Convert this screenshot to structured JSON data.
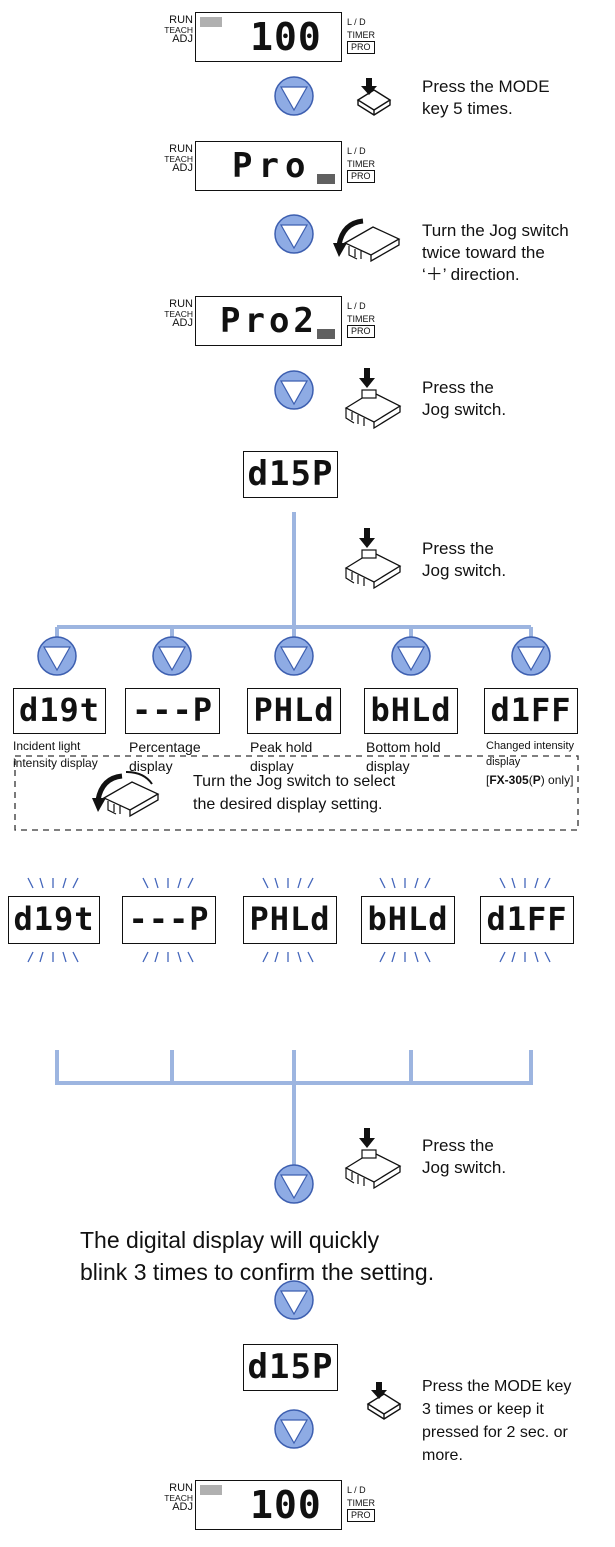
{
  "labels": {
    "run": "RUN",
    "teach": "TEACH",
    "adj": "ADJ",
    "ld": "L / D",
    "timer": "TIMER",
    "pro": "PRO"
  },
  "screens": {
    "start": "100",
    "pro": "Pro",
    "pro2": "Pro2",
    "disp": "d15P",
    "end": "100"
  },
  "steps": [
    "Press the MODE\nkey 5 times.",
    "Turn the Jog switch\ntwice toward the\n‘＋’ direction.",
    "Press the\nJog switch.",
    "Press the\nJog switch.",
    "Press the\nJog switch.",
    "Press the MODE key\n3 times or keep it\npressed for 2 sec. or\nmore."
  ],
  "options": [
    {
      "display": "d19t",
      "caption": "Incident light\nintensity display"
    },
    {
      "display": "---P",
      "caption": "Percentage\ndisplay"
    },
    {
      "display": "PHLd",
      "caption": "Peak hold\ndisplay"
    },
    {
      "display": "bHLd",
      "caption": "Bottom hold\ndisplay"
    },
    {
      "display": "d1FF",
      "caption": "Changed intensity\ndisplay"
    }
  ],
  "note_prefix": "[",
  "note_model": "FX-305",
  "note_paren_open": "(",
  "note_p": "P",
  "note_suffix": ") only]",
  "select_instruction": "Turn the Jog switch to select\nthe desired display setting.",
  "confirm_text": "The digital display will quickly\nblink 3 times to confirm the setting.",
  "colors": {
    "flow": "#9db5e0",
    "arrow": "#6f8fd8",
    "arrow_stroke": "#3d5fb0",
    "indicator": "#b0b0b0",
    "dark_indicator": "#606060"
  }
}
